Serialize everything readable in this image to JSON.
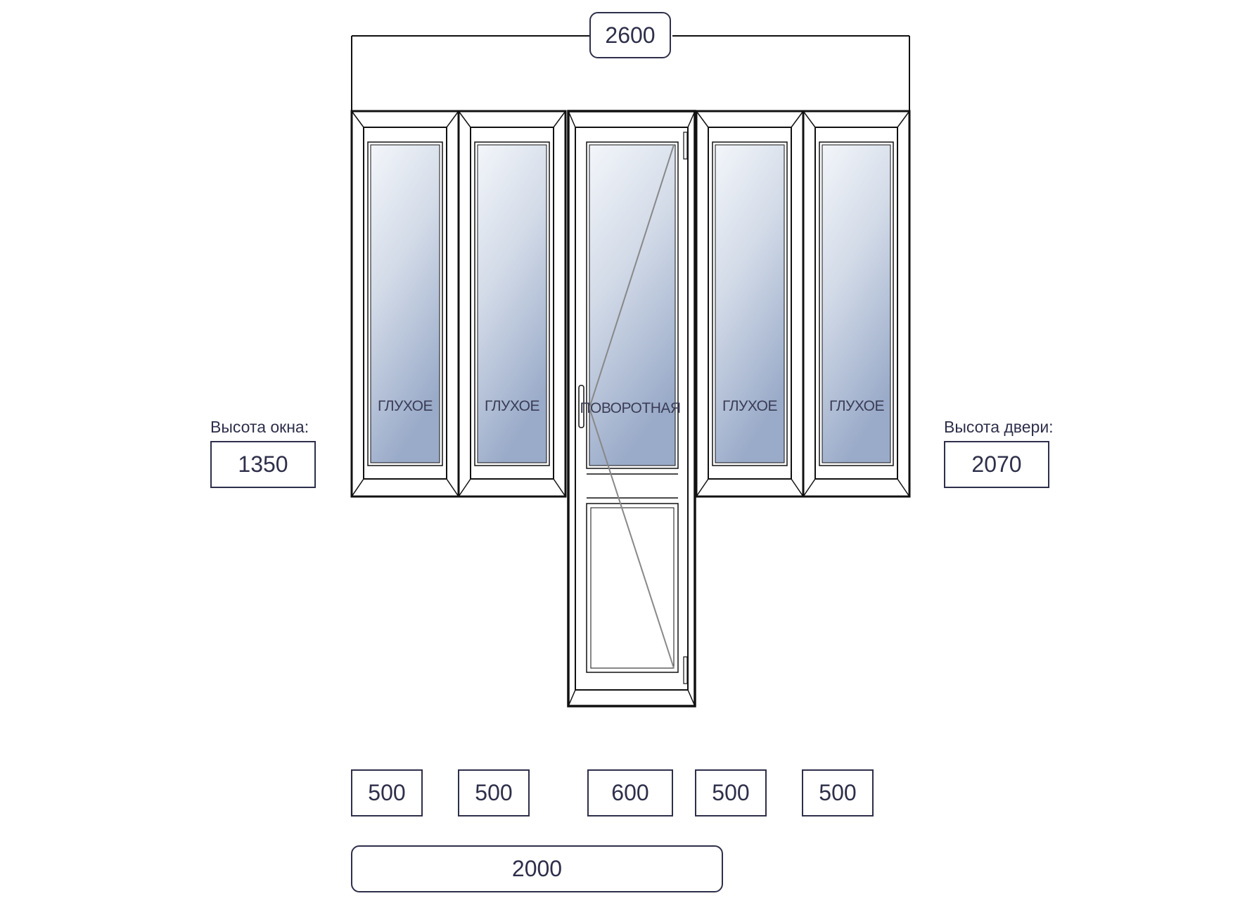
{
  "total_width": "2600",
  "window_height_label": "Высота окна:",
  "window_height": "1350",
  "door_height_label": "Высота двери:",
  "door_height": "2070",
  "sections": [
    {
      "type": "ГЛУХОЕ",
      "width": "500"
    },
    {
      "type": "ГЛУХОЕ",
      "width": "500"
    },
    {
      "type": "ПОВОРОТНАЯ",
      "width": "600"
    },
    {
      "type": "ГЛУХОЕ",
      "width": "500"
    },
    {
      "type": "ГЛУХОЕ",
      "width": "500"
    }
  ],
  "bottom_total_width": "2000",
  "colors": {
    "text": "#2e2f4a",
    "frame": "#111111",
    "glass_top": "#eef2f8",
    "glass_bottom": "#9fb0cc"
  }
}
